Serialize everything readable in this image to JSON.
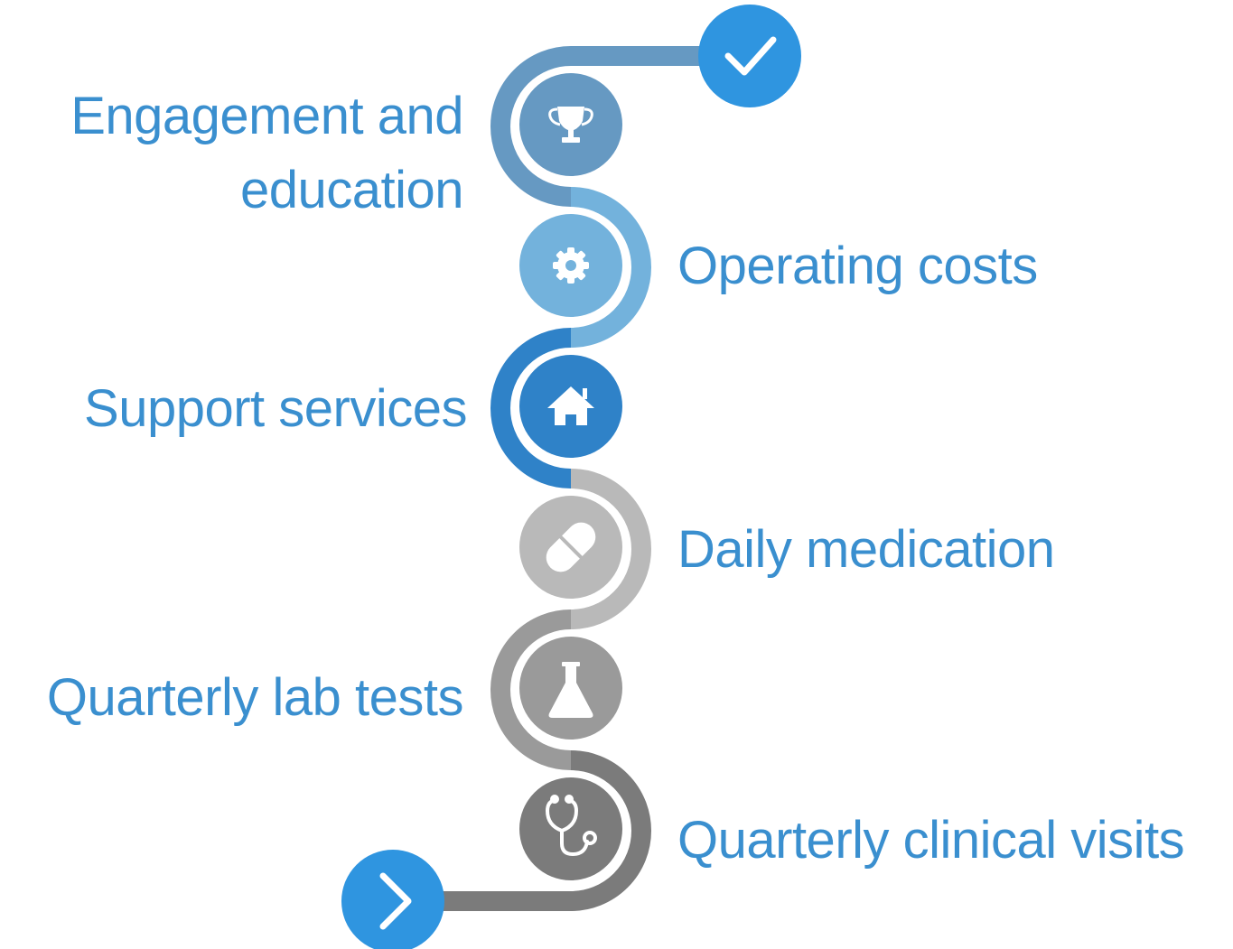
{
  "steps": [
    {
      "id": "engagement",
      "label_lines": [
        "Engagement and",
        "education"
      ],
      "icon": "trophy-icon",
      "color": "#6699c2"
    },
    {
      "id": "operating",
      "label_lines": [
        "Operating costs"
      ],
      "icon": "gear-icon",
      "color": "#73b2dc"
    },
    {
      "id": "support",
      "label_lines": [
        "Support services"
      ],
      "icon": "house-icon",
      "color": "#2f82c8"
    },
    {
      "id": "medication",
      "label_lines": [
        "Daily medication"
      ],
      "icon": "pill-icon",
      "color": "#b9b9b9"
    },
    {
      "id": "labtests",
      "label_lines": [
        "Quarterly lab tests"
      ],
      "icon": "flask-icon",
      "color": "#9a9a9a"
    },
    {
      "id": "clinical",
      "label_lines": [
        "Quarterly clinical visits"
      ],
      "icon": "stethoscope-icon",
      "color": "#7b7b7b"
    }
  ],
  "end_marker": {
    "icon": "checkmark-icon",
    "color": "#2f95e0"
  },
  "start_marker": {
    "icon": "chevron-right-icon",
    "color": "#2f95e0"
  },
  "label_color": "#3a8fcf"
}
